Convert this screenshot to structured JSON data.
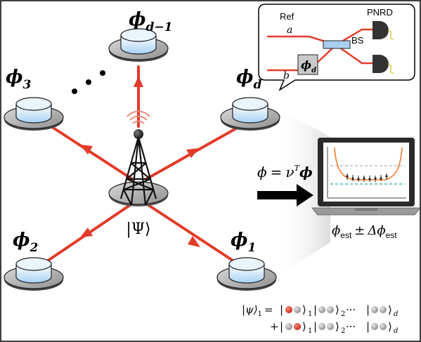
{
  "nodes": {
    "top": "ϕd−1",
    "top_sub": "d−1",
    "upper_left": "ϕ3",
    "upper_right": "ϕd",
    "lower_left": "ϕ2",
    "lower_right": "ϕ1"
  },
  "node_labels": {
    "phi": "ϕ",
    "top_sub": "d−1",
    "ul_sub": "3",
    "ur_sub": "d",
    "ll_sub": "2",
    "lr_sub": "1"
  },
  "source_state": "|Ψ⟩",
  "inset": {
    "ref_label": "Ref",
    "detector_label": "PNRD",
    "bs_label": "BS",
    "port_a": "a",
    "port_b": "b",
    "phase_label": "ϕ",
    "phase_sub": "d"
  },
  "estimator": {
    "equation_lhs": "ϕ",
    "equation_eq": "=",
    "nu": "ν",
    "nu_sup": "T",
    "phi_bold": "ϕ",
    "result_phi": "ϕ",
    "result_est": "est",
    "result_pm": "±",
    "result_delta": "Δϕ",
    "result_est2": "est"
  },
  "state_equation": {
    "line1_lhs": "|ψ⟩",
    "line1_sub": "1",
    "line1_eq": "=",
    "line2_plus": "+",
    "ket_sub1": "1",
    "ket_sub2": "2",
    "ket_subd": "d",
    "dots": "···"
  },
  "colors": {
    "beam_red": "#e23b2a",
    "dish_blue": "#cfe6fb",
    "platter_gray": "#b5b5b5",
    "arrow_black": "#000000",
    "curve_orange": "#f07a2a",
    "dash_teal": "#2aa6a6"
  }
}
